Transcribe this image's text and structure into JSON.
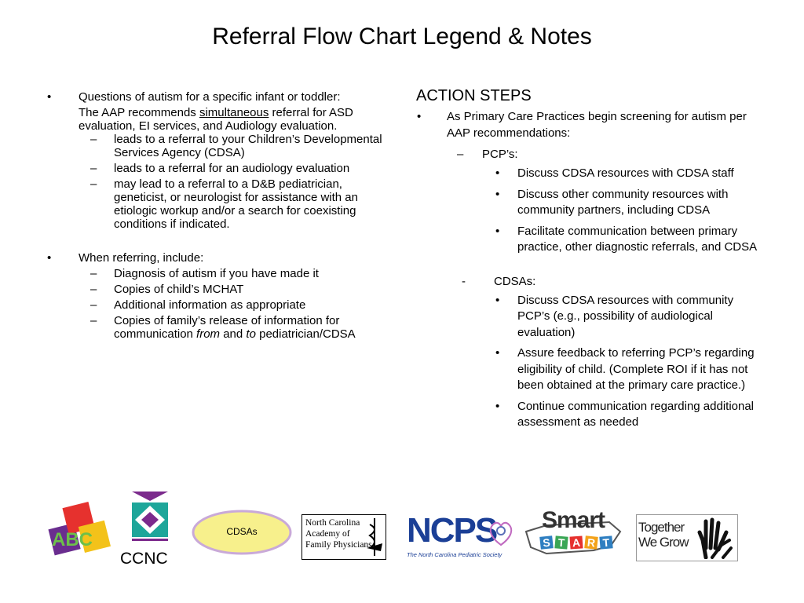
{
  "title": "Referral Flow Chart Legend & Notes",
  "bullet": "•",
  "dash": "–",
  "hyphen": "-",
  "left": {
    "b1": {
      "lead": "Questions of autism for a specific infant or toddler:",
      "p_pre": "The AAP recommends ",
      "p_u": "simultaneous",
      "p_post": " referral for ASD evaluation, EI services, and Audiology evaluation.",
      "subs": [
        "leads to a referral to your Children’s Developmental Services Agency (CDSA)",
        "leads to a referral for an audiology evaluation",
        "may lead to a referral to a D&B pediatrician, geneticist, or neurologist for assistance with an etiologic workup and/or a search for coexisting conditions if indicated."
      ]
    },
    "b2": {
      "lead": "When referring, include:",
      "subs": [
        "Diagnosis of autism if you have made it",
        "Copies of child’s MCHAT",
        "Additional information as appropriate"
      ],
      "last_pre": "Copies of family’s release of information for communication ",
      "last_from": "from",
      "last_and": " and ",
      "last_to": "to",
      "last_post": " pediatrician/CDSA"
    }
  },
  "right": {
    "heading": "ACTION STEPS",
    "b1": "As Primary Care Practices begin screening for autism per AAP recommendations:",
    "pcp_label": "PCP’s:",
    "pcp_items": [
      "Discuss CDSA resources with CDSA staff",
      "Discuss other community resources with community partners, including CDSA",
      "Facilitate communication between primary practice, other diagnostic referrals, and CDSA"
    ],
    "cdsa_label": "CDSAs:",
    "cdsa_items": [
      "Discuss CDSA resources with community PCP’s (e.g., possibility of audiological evaluation)",
      "Assure feedback to referring PCP’s regarding eligibility of child.   (Complete ROI if it has not been obtained at the primary care practice.)",
      "Continue communication regarding additional assessment as needed"
    ]
  },
  "logos": {
    "abc": "ABC",
    "ccnc": "CCNC",
    "cdsas": "CDSAs",
    "ncafp": [
      "North Carolina",
      "Academy of",
      "Family Physicians"
    ],
    "ncps": "NCPS",
    "ncps_tag": "The North Carolina Pediatric Society",
    "smart": "Smart",
    "start": [
      "S",
      "T",
      "A",
      "R",
      "T"
    ],
    "together": [
      "Together",
      "We Grow"
    ],
    "colors": {
      "ncps": "#1b3f96",
      "cdsas_fill": "#f7f08c",
      "ccnc_purple": "#7b2a8c",
      "ccnc_teal": "#1ea69a"
    }
  }
}
